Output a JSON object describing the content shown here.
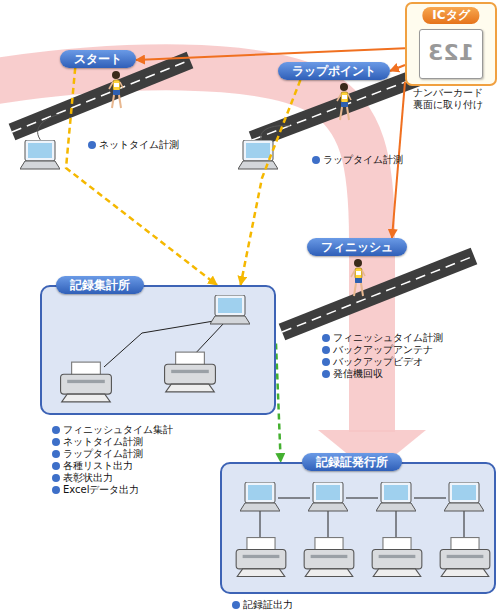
{
  "diagram": {
    "nodes": [
      {
        "text": [
          "ICタグ",
          "ナンバーカード 裏面に取り付け"
        ]
      },
      {
        "text": [
          "スタート"
        ]
      },
      {
        "text": [
          "ラップポイント"
        ]
      },
      {
        "text": [
          "フィニッシュ"
        ]
      },
      {
        "text": [
          "記録集計所"
        ]
      },
      {
        "text": [
          "記録証発行所"
        ]
      }
    ],
    "edges": [
      {
        "from": 0,
        "to": 1,
        "arrow": "to"
      },
      {
        "from": 0,
        "to": 2,
        "arrow": "to"
      },
      {
        "from": 0,
        "to": 3,
        "arrow": "to"
      },
      {
        "from": 1,
        "to": 4,
        "arrow": "to"
      },
      {
        "from": 2,
        "to": 4,
        "arrow": "to"
      },
      {
        "from": 4,
        "to": 5,
        "arrow": "to"
      }
    ],
    "labels": [
      "ネットタイム計測",
      "ラップタイム計測",
      "フィニッシュタイム計測",
      "バックアップアンテナ",
      "バックアップビデオ",
      "発信機回収",
      "フィニッシュタイム集計",
      "ネットタイム計測",
      "ラップタイム計測",
      "各種リスト出力",
      "表彰状出力",
      "Excelデータ出力",
      "記録証出力",
      "123"
    ]
  }
}
